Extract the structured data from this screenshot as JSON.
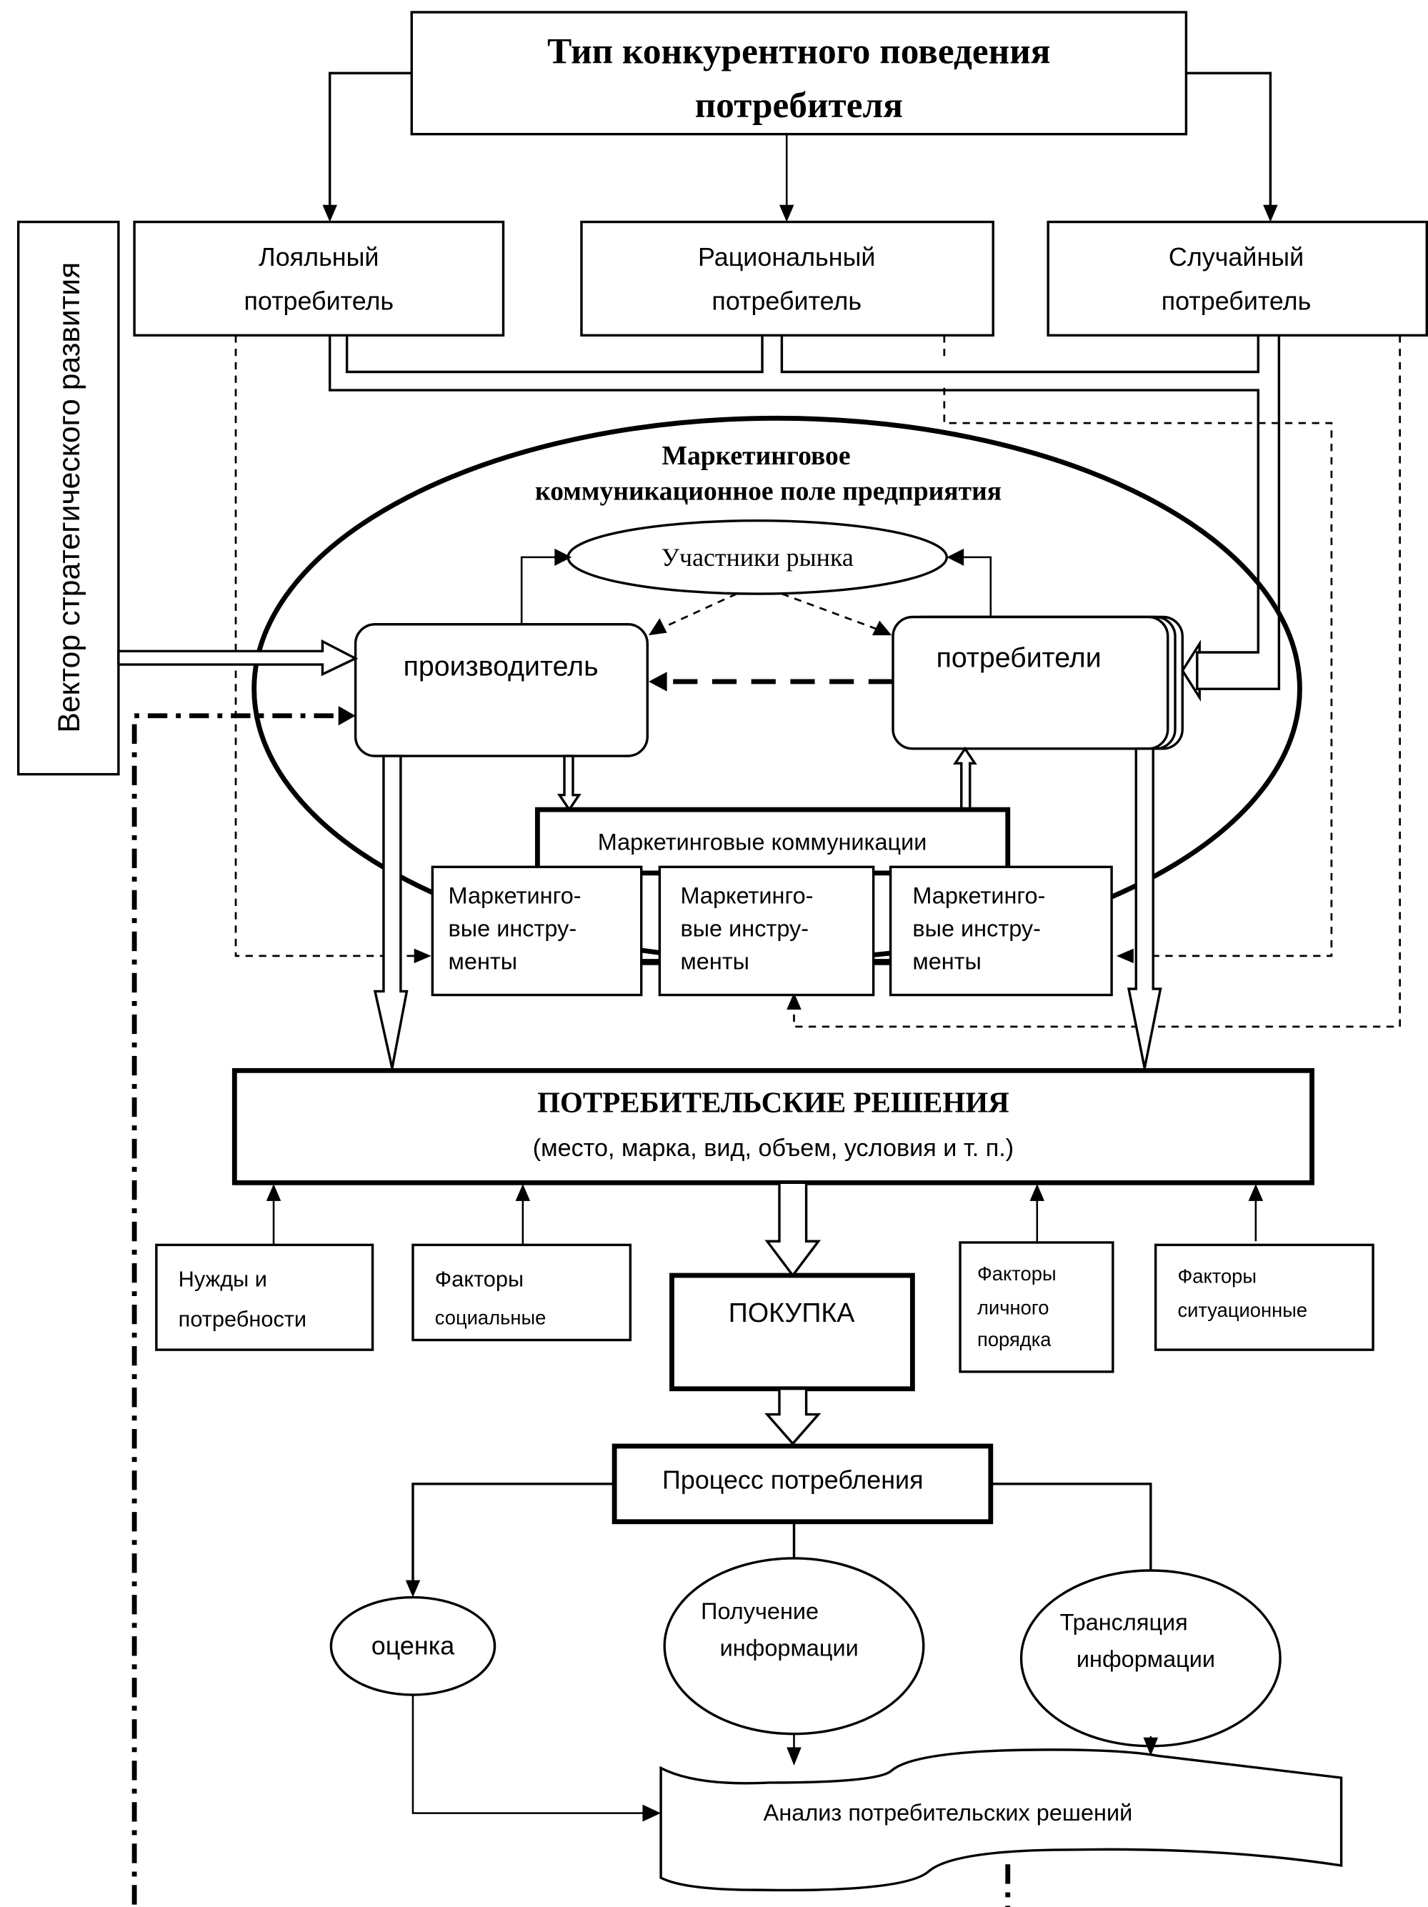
{
  "title": {
    "line1": "Тип конкурентного поведения",
    "line2": "потребителя"
  },
  "vertical_label": "Вектор стратегического развития",
  "consumer_types": [
    {
      "line1": "Лояльный",
      "line2": "потребитель"
    },
    {
      "line1": "Рациональный",
      "line2": "потребитель"
    },
    {
      "line1": "Случайный",
      "line2": "потребитель"
    }
  ],
  "field": {
    "line1": "Маркетинговое",
    "line2": "коммуникационное поле предприятия"
  },
  "market_participants": "Участники рынка",
  "producer": "производитель",
  "consumers": "потребители",
  "marketing_communications": "Маркетинговые коммуникации",
  "tools": [
    {
      "line1": "Маркетинго-",
      "line2": "вые инстру-",
      "line3": "менты"
    },
    {
      "line1": "Маркетинго-",
      "line2": "вые инстру-",
      "line3": "менты"
    },
    {
      "line1": "Маркетинго-",
      "line2": "вые инстру-",
      "line3": "менты"
    }
  ],
  "decisions": {
    "title": "ПОТРЕБИТЕЛЬСКИЕ РЕШЕНИЯ",
    "subtitle": "(место, марка, вид, объем, условия и т. п.)"
  },
  "factors": [
    {
      "line1": "Нужды и",
      "line2": "потребности",
      "line3": ""
    },
    {
      "line1": "Факторы",
      "line2": "социальные",
      "line3": ""
    },
    {
      "line1": "Факторы",
      "line2": "личного",
      "line3": "порядка"
    },
    {
      "line1": "Факторы",
      "line2": "ситуационные",
      "line3": ""
    }
  ],
  "purchase": "ПОКУПКА",
  "consumption": "Процесс потребления",
  "evaluation": "оценка",
  "info_receive": {
    "line1": "Получение",
    "line2": "информации"
  },
  "info_translate": {
    "line1": "Трансляция",
    "line2": "информации"
  },
  "analysis": "Анализ потребительских решений"
}
